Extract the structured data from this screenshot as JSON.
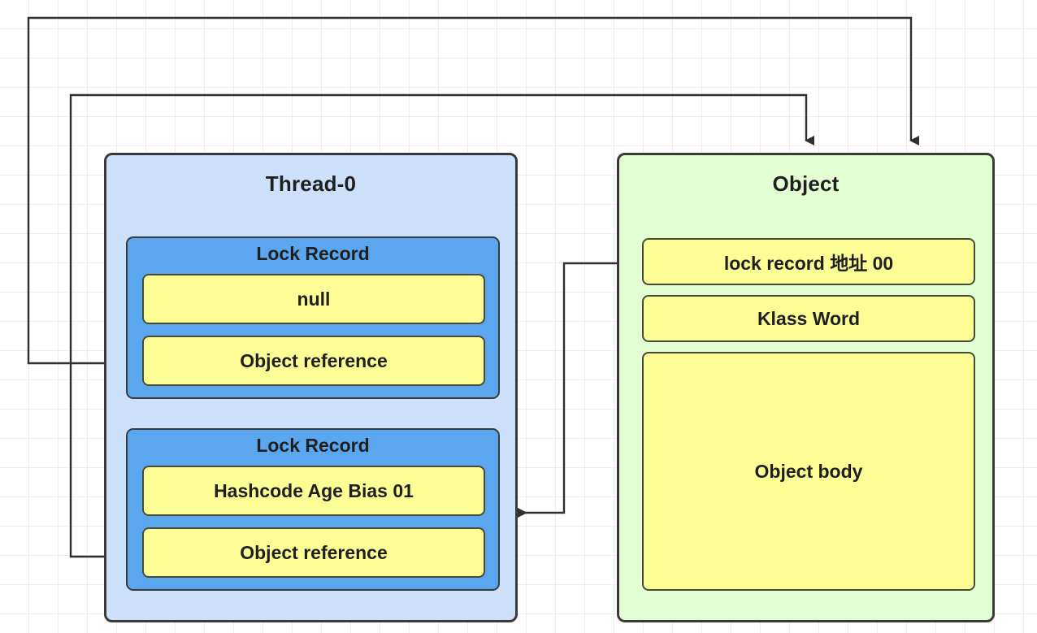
{
  "diagram": {
    "title": "Java object header / lock record diagram",
    "colors": {
      "thread_panel": "#cce0fa",
      "lock_record_panel": "#5aa7f0",
      "object_panel": "#e1ffd2",
      "slot_fill": "#fdfd96",
      "border": "#3a3a3a",
      "grid": "#eeeeee"
    }
  },
  "thread": {
    "title": "Thread-0",
    "lock_records": [
      {
        "title": "Lock Record",
        "mark_word": "null",
        "object_ref": "Object reference"
      },
      {
        "title": "Lock Record",
        "mark_word": "Hashcode Age Bias 01",
        "object_ref": "Object reference"
      }
    ]
  },
  "object": {
    "title": "Object",
    "rows": [
      "lock record 地址 00",
      "Klass Word",
      "Object body"
    ]
  },
  "connectors": [
    {
      "name": "object-reference-0-to-object",
      "from": "Thread-0 / Lock Record 1 / Object reference",
      "to": "Object (top)",
      "arrowhead": "down"
    },
    {
      "name": "object-reference-1-to-object",
      "from": "Thread-0 / Lock Record 2 / Object reference",
      "to": "Object (top)",
      "arrowhead": "down"
    },
    {
      "name": "lock-record-address-to-lock-record-2",
      "from": "Object / lock record 地址 00",
      "to": "Thread-0 / Lock Record 2",
      "arrowhead": "left"
    }
  ]
}
